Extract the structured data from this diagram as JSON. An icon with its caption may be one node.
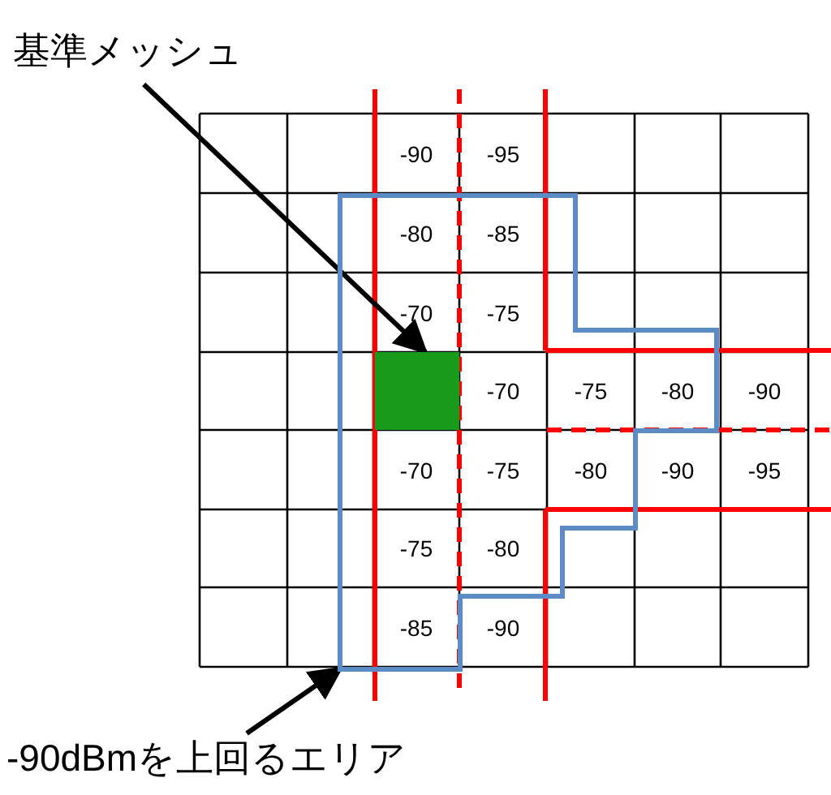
{
  "diagram": {
    "nodes": [
      {
        "text": [
          "基準メッシュ"
        ]
      },
      {
        "text": [],
        "shape": "outline"
      },
      {
        "text": [],
        "shape": "box",
        "in": 1
      },
      {
        "text": [
          "-90dBmを上回るエリア"
        ]
      }
    ],
    "edges": [
      {
        "from": 0,
        "to": 2,
        "arrow": "to"
      },
      {
        "from": 3,
        "to": 1,
        "arrow": "to"
      }
    ],
    "labels": [
      "-90",
      "-95",
      "-80",
      "-85",
      "-70",
      "-75",
      "-70",
      "-75",
      "-80",
      "-90",
      "-70",
      "-75",
      "-80",
      "-90",
      "-95",
      "-75",
      "-80",
      "-85",
      "-90"
    ]
  }
}
